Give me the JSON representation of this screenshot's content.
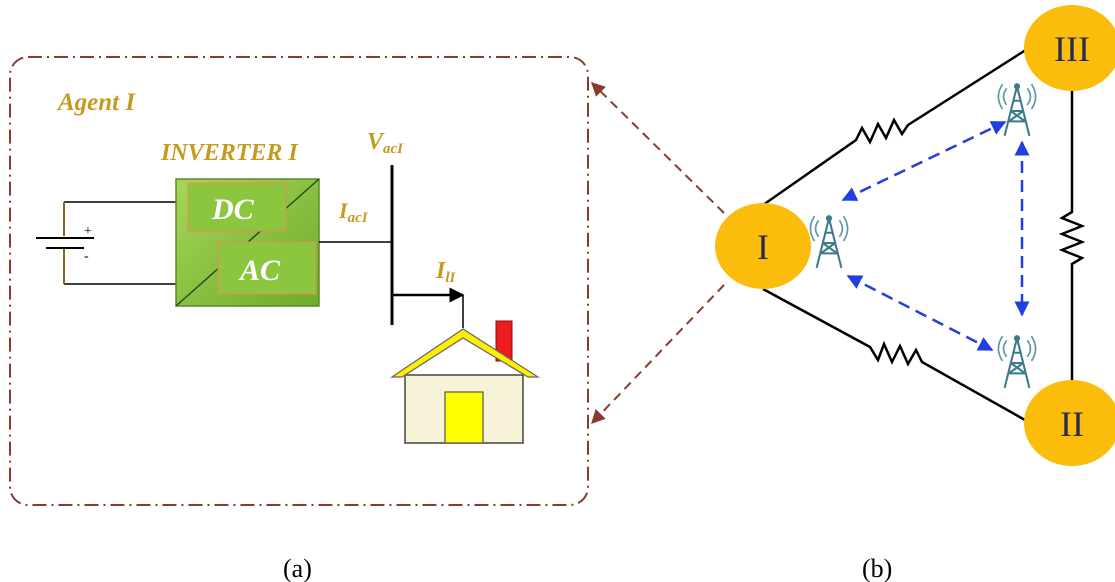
{
  "panel_a": {
    "agent_label": "Agent I",
    "inverter_label": "INVERTER I",
    "dc_label": "DC",
    "ac_label": "AC",
    "voltage_label": "V",
    "voltage_sub": "acI",
    "current_label": "I",
    "current_sub": "acI",
    "load_current_label": "I",
    "load_current_sub": "lI",
    "battery_plus": "+",
    "battery_minus": "-",
    "caption": "(a)"
  },
  "panel_b": {
    "nodes": [
      "I",
      "II",
      "III"
    ],
    "caption": "(b)"
  },
  "colors": {
    "agent_gold": "#c79a1e",
    "node_fill": "#fbbc0c",
    "border_brown": "#8b3a2e",
    "comm_blue": "#1f3fe0",
    "inverter_green": "#8cc63f",
    "house_roof": "#ffee00",
    "house_door": "#ffff00",
    "chimney": "#ee1c1c"
  },
  "icons": [
    "battery-icon",
    "house-icon",
    "antenna-tower-icon",
    "resistor-icon"
  ]
}
